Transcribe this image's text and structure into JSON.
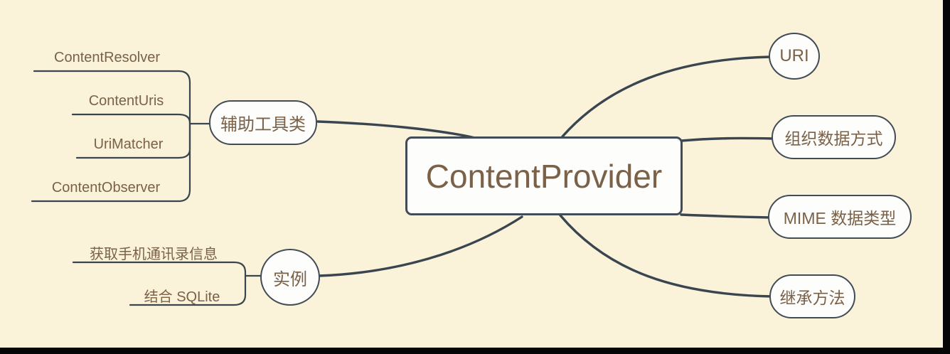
{
  "canvas": {
    "background_color": "#FAF3DA",
    "line_color": "#3A4550",
    "text_color": "#7A6148",
    "node_fill_color": "#FDFDFC",
    "node_border_color": "#414C57"
  },
  "root": {
    "label": "ContentProvider"
  },
  "right_branches": [
    {
      "label": "URI"
    },
    {
      "label": "组织数据方式"
    },
    {
      "label": "MIME 数据类型"
    },
    {
      "label": "继承方法"
    }
  ],
  "left_branches": [
    {
      "label": "辅助工具类",
      "children": [
        "ContentResolver",
        "ContentUris",
        "UriMatcher",
        "ContentObserver"
      ]
    },
    {
      "label": "实例",
      "children": [
        "获取手机通讯录信息",
        "结合 SQLite"
      ]
    }
  ]
}
